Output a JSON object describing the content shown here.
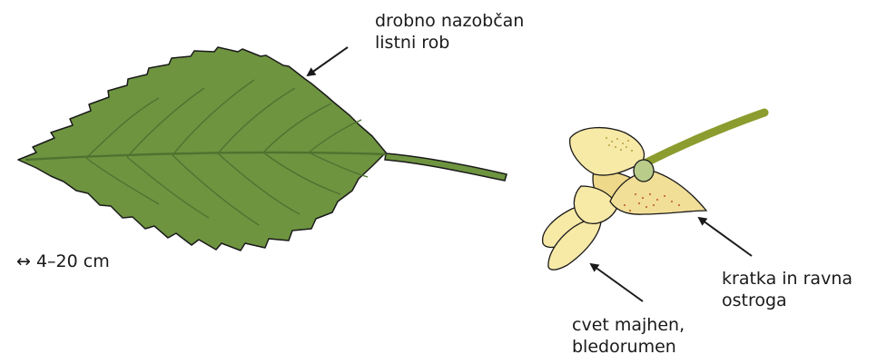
{
  "labels": {
    "leaf_margin": [
      "drobno nazobčan",
      "listni rob"
    ],
    "leaf_size": "↔ 4–20 cm",
    "spur": [
      "kratka in ravna",
      "ostroga"
    ],
    "flower": [
      "cvet majhen,",
      "bledorumen"
    ]
  },
  "colors": {
    "leaf_fill": "#6e9440",
    "leaf_vein": "#4f7330",
    "stem": "#8c9c2e",
    "petal_fill": "#f7e9a6",
    "petal_shade": "#eed98a",
    "sepal": "#b9cc8a",
    "speckle": "#b8a040",
    "red_speckle": "#c26a3a",
    "outline": "#1a1a1a"
  }
}
